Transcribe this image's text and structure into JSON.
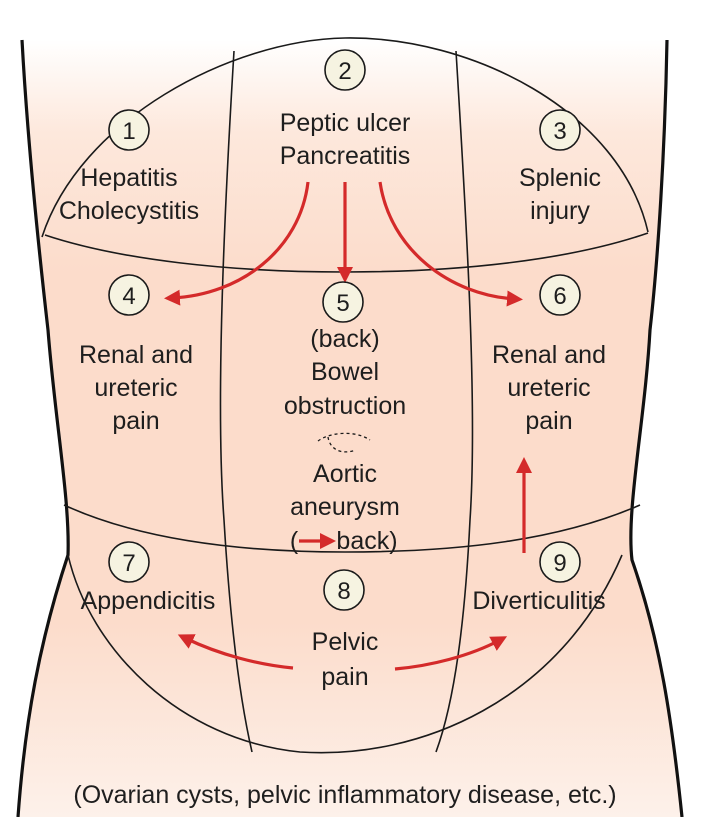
{
  "diagram": {
    "title": "Abdominal regions and causes of pain",
    "colors": {
      "skin_top": "#ffffff",
      "skin": "#fcdcca",
      "lines": "#1a1a1a",
      "arrows": "#d42a2a",
      "badge_fill": "#f6f3e1"
    },
    "regions": [
      {
        "number": "1",
        "lines": [
          "Hepatitis",
          "Cholecystitis"
        ]
      },
      {
        "number": "2",
        "lines": [
          "Peptic ulcer",
          "Pancreatitis"
        ]
      },
      {
        "number": "3",
        "lines": [
          "Splenic",
          "injury"
        ]
      },
      {
        "number": "4",
        "lines": [
          "Renal and",
          "ureteric",
          "pain"
        ]
      },
      {
        "number": "5",
        "lines": [
          "(back)",
          "Bowel",
          "obstruction",
          "Aortic",
          "aneurysm",
          "back)"
        ],
        "prefix": "("
      },
      {
        "number": "6",
        "lines": [
          "Renal and",
          "ureteric",
          "pain"
        ]
      },
      {
        "number": "7",
        "lines": [
          "Appendicitis"
        ]
      },
      {
        "number": "8",
        "lines": [
          "Pelvic",
          "pain"
        ]
      },
      {
        "number": "9",
        "lines": [
          "Diverticulitis"
        ]
      }
    ],
    "footer": "(Ovarian cysts, pelvic inflammatory disease, etc.)",
    "arrows": [
      {
        "from": "2",
        "to": "4"
      },
      {
        "from": "2",
        "to": "5"
      },
      {
        "from": "2",
        "to": "6"
      },
      {
        "from": "9",
        "to": "6"
      },
      {
        "from": "8",
        "to": "7"
      },
      {
        "from": "8",
        "to": "9"
      },
      {
        "from": "5",
        "to": "back"
      }
    ]
  }
}
